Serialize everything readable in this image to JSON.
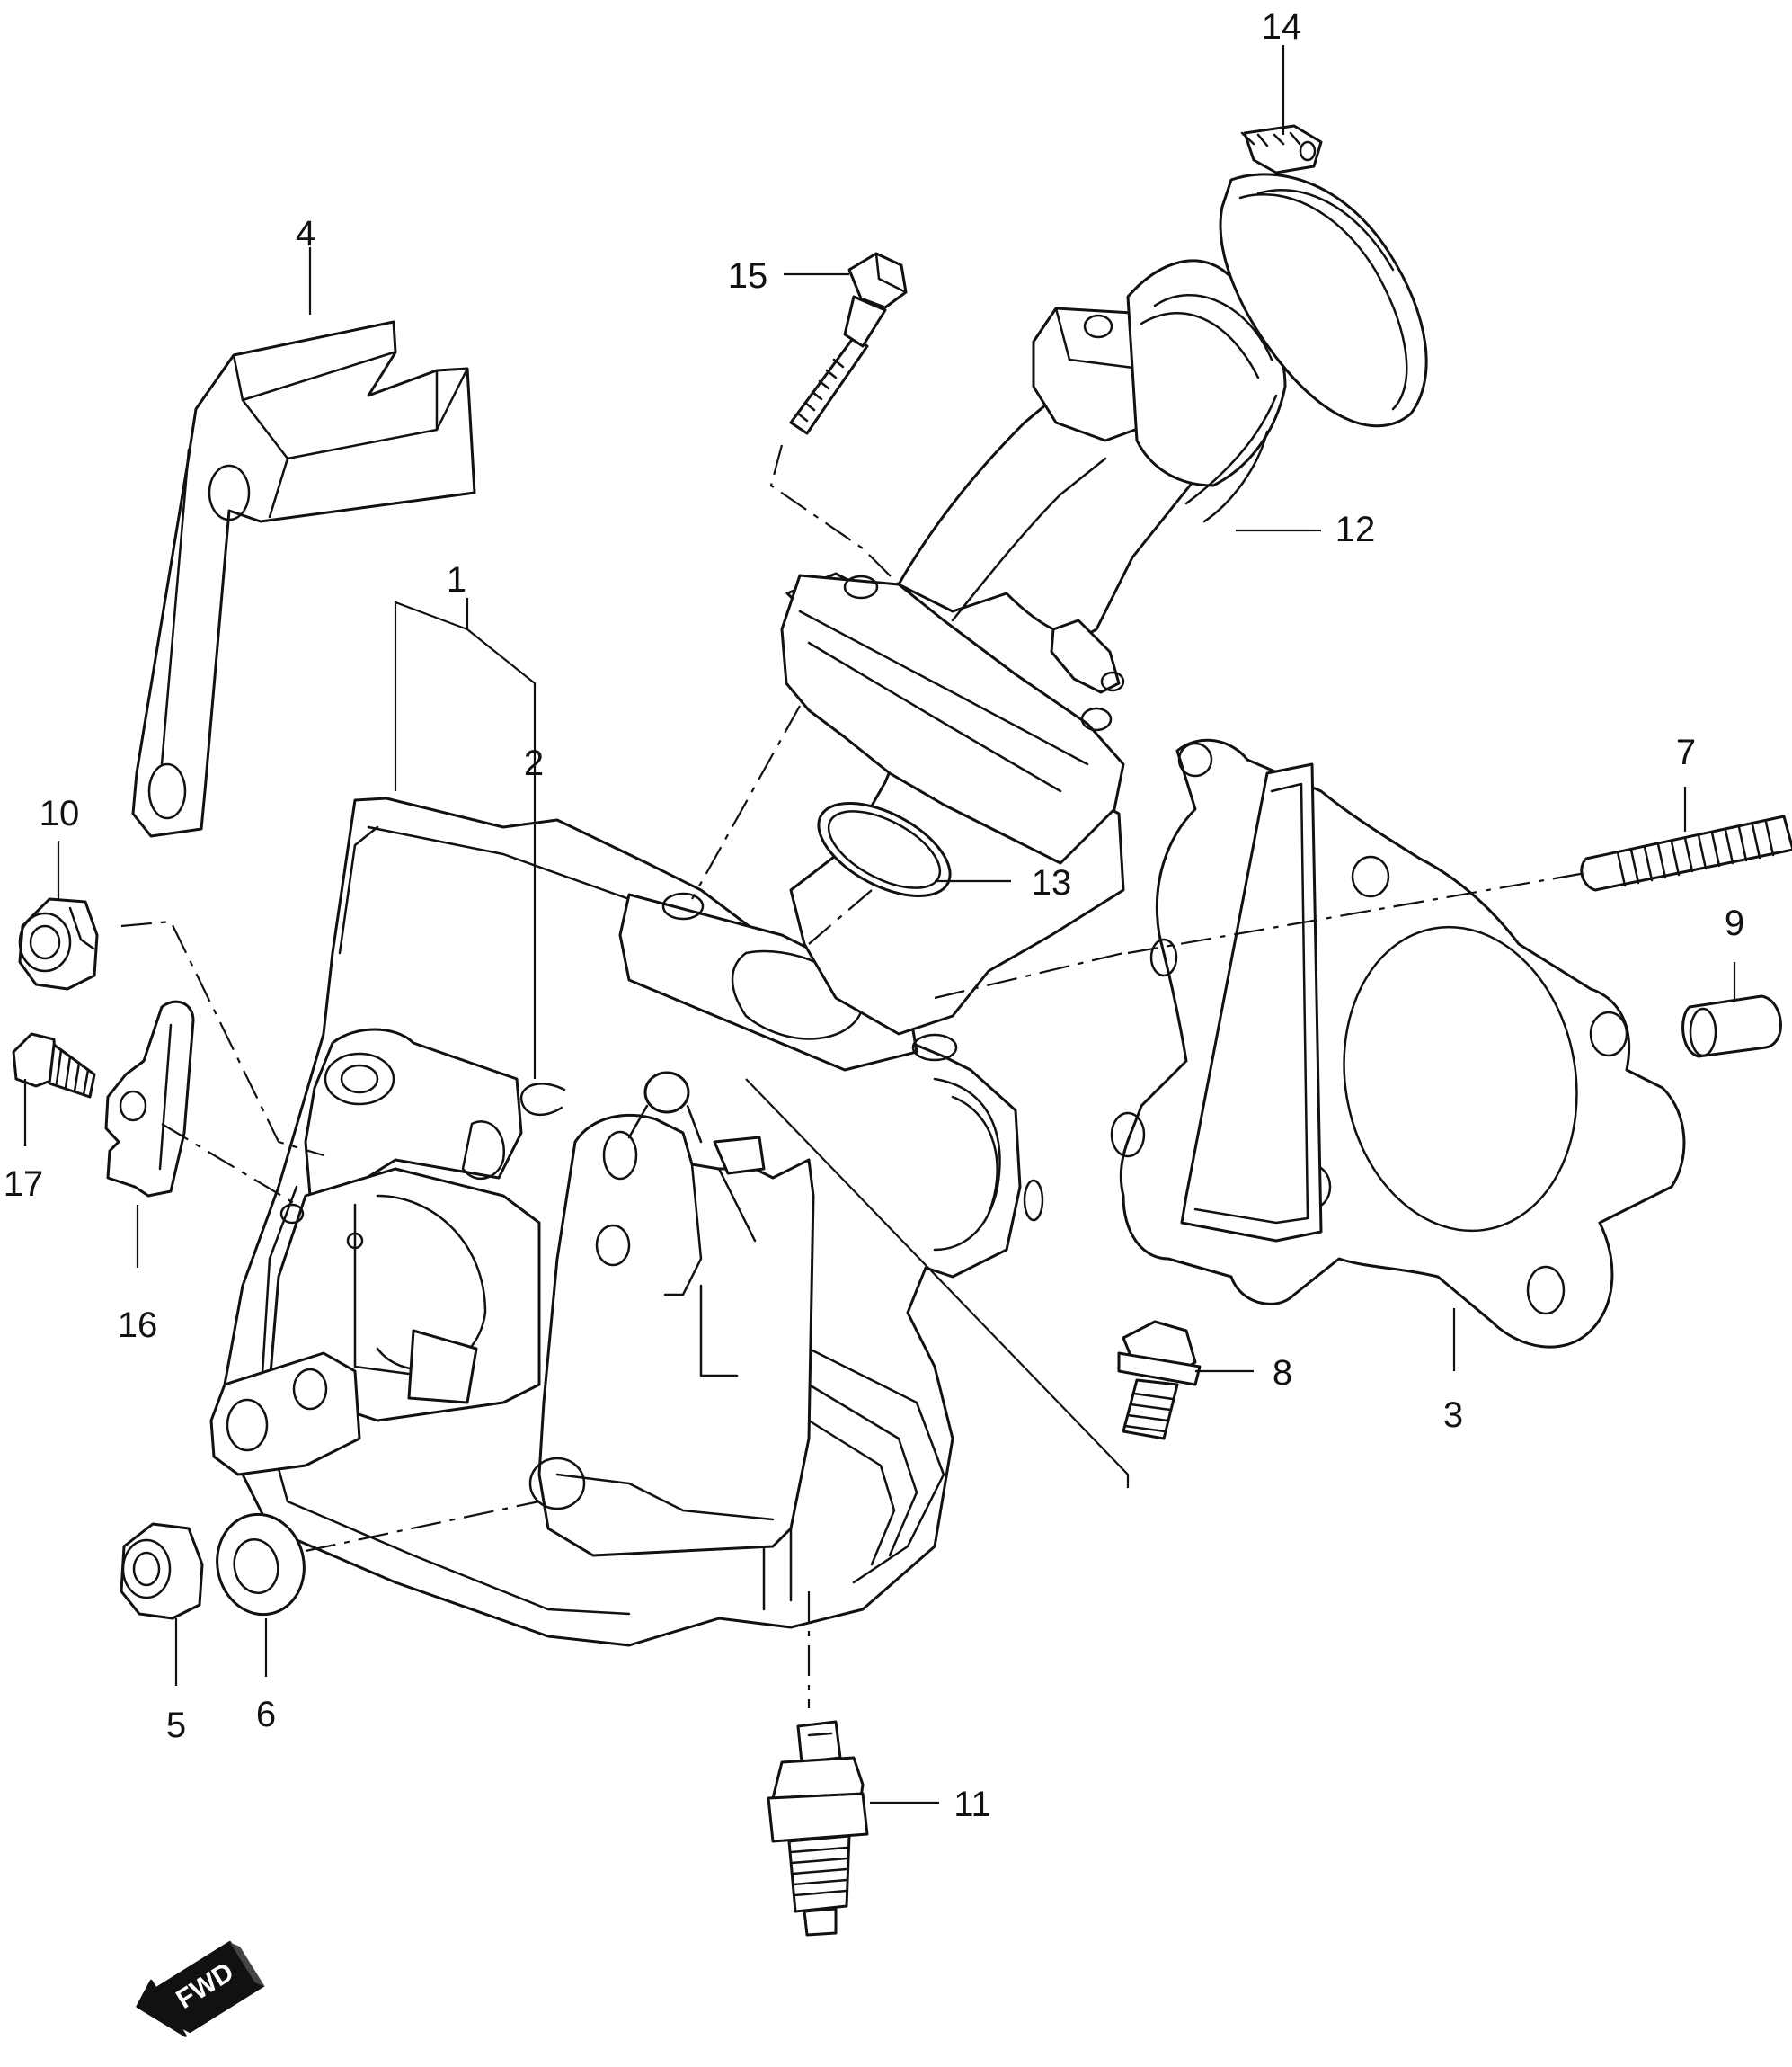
{
  "diagram": {
    "callouts": [
      {
        "id": "1",
        "text": "1"
      },
      {
        "id": "2",
        "text": "2"
      },
      {
        "id": "3",
        "text": "3"
      },
      {
        "id": "4",
        "text": "4"
      },
      {
        "id": "5",
        "text": "5"
      },
      {
        "id": "6",
        "text": "6"
      },
      {
        "id": "7",
        "text": "7"
      },
      {
        "id": "8",
        "text": "8"
      },
      {
        "id": "9",
        "text": "9"
      },
      {
        "id": "10",
        "text": "10"
      },
      {
        "id": "11",
        "text": "11"
      },
      {
        "id": "12",
        "text": "12"
      },
      {
        "id": "13",
        "text": "13"
      },
      {
        "id": "14",
        "text": "14"
      },
      {
        "id": "15",
        "text": "15"
      },
      {
        "id": "16",
        "text": "16"
      },
      {
        "id": "17",
        "text": "17"
      }
    ],
    "direction_arrow": {
      "label": "FWD",
      "icon": "fwd-arrow-icon"
    }
  }
}
